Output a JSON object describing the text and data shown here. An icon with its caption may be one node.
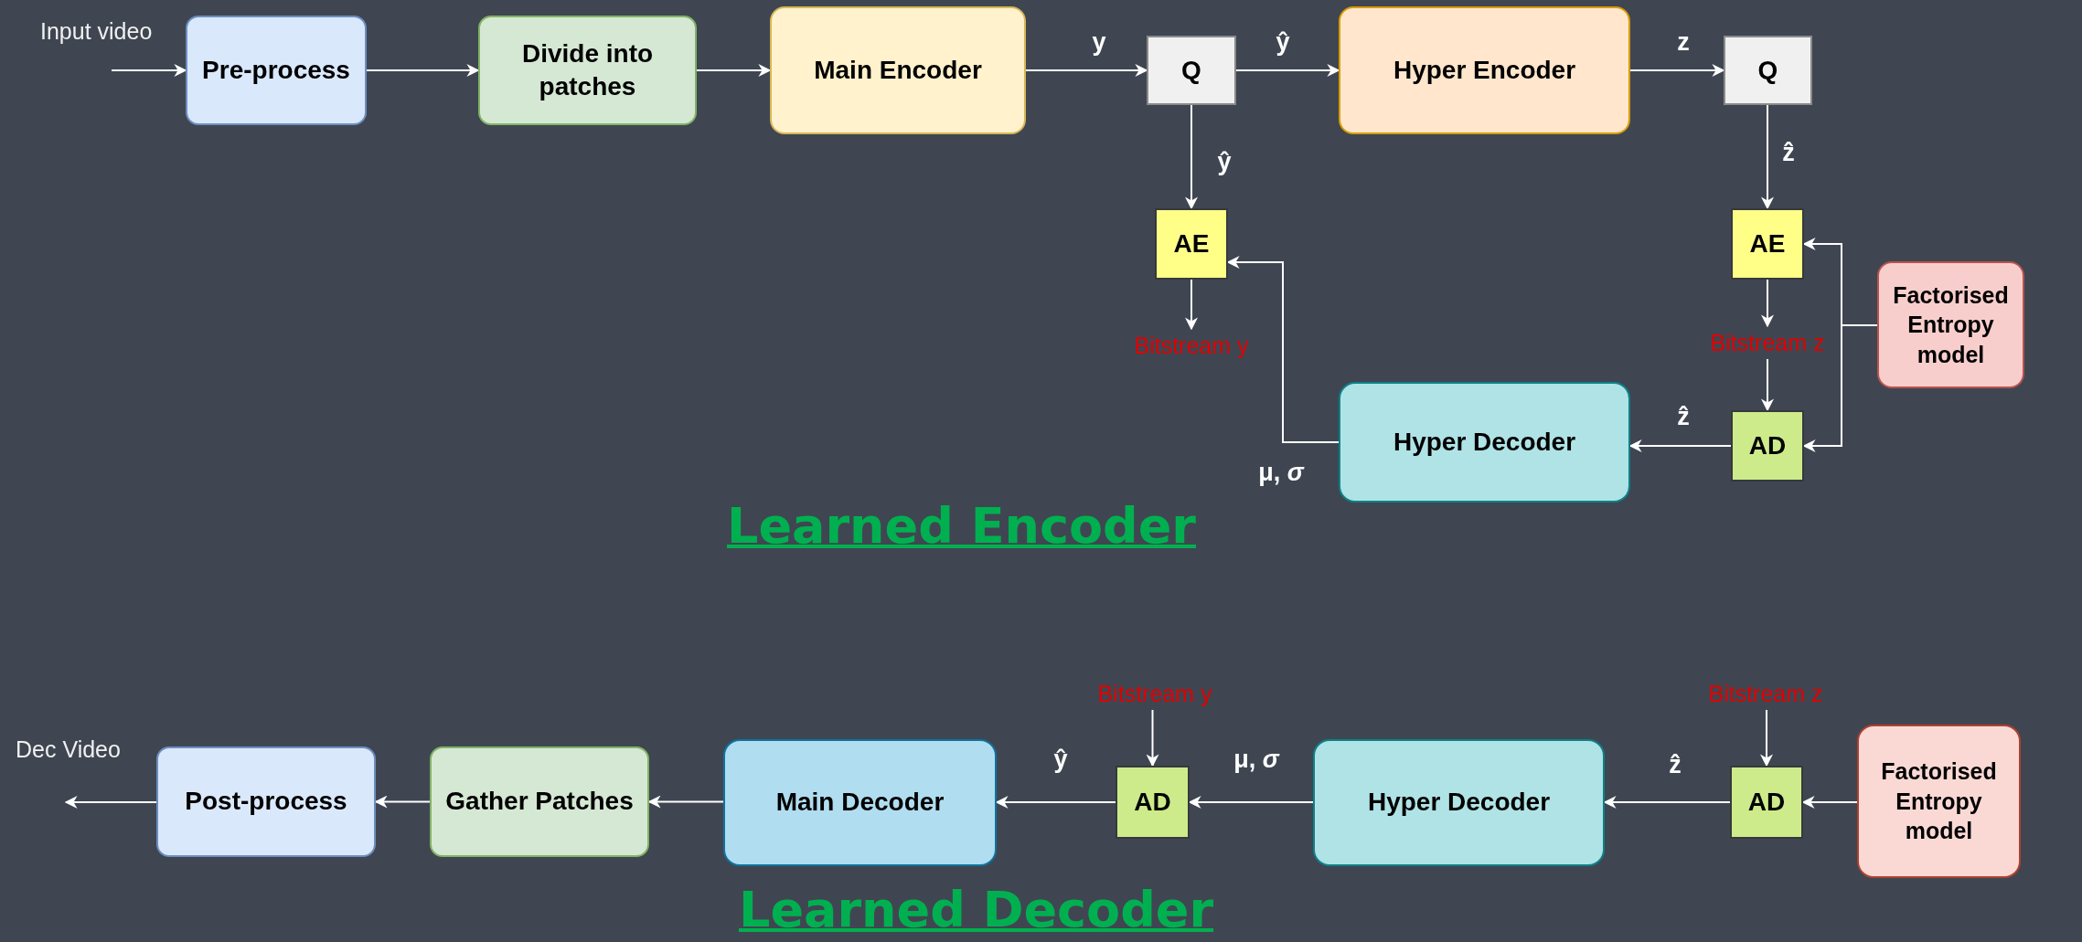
{
  "diagram": {
    "nodes": [
      {
        "text": [
          "Pre-process"
        ]
      },
      {
        "text": [
          "Divide into patches"
        ]
      },
      {
        "text": [
          "Main Encoder"
        ]
      },
      {
        "text": [
          "Q"
        ]
      },
      {
        "text": [
          "Hyper Encoder"
        ]
      },
      {
        "text": [
          "Q"
        ]
      },
      {
        "text": [
          "AE"
        ]
      },
      {
        "text": [
          "AE"
        ]
      },
      {
        "text": [
          "Factorised Entropy model"
        ]
      },
      {
        "text": [
          "Bitstream y"
        ]
      },
      {
        "text": [
          "Bitstream z"
        ]
      },
      {
        "text": [
          "Hyper Decoder"
        ]
      },
      {
        "text": [
          "AD"
        ]
      },
      {
        "text": [
          "Bitstream y"
        ]
      },
      {
        "text": [
          "Bitstream z"
        ]
      },
      {
        "text": [
          "Post-process"
        ]
      },
      {
        "text": [
          "Gather Patches"
        ]
      },
      {
        "text": [
          "Main Decoder"
        ]
      },
      {
        "text": [
          "AD"
        ]
      },
      {
        "text": [
          "Hyper Decoder"
        ]
      },
      {
        "text": [
          "AD"
        ]
      },
      {
        "text": [
          "Factorised Entropy model"
        ]
      }
    ],
    "edges": [
      {
        "from": null,
        "to": 0,
        "arrow": "to"
      },
      {
        "from": 0,
        "to": 1,
        "arrow": "to"
      },
      {
        "from": 1,
        "to": 2,
        "arrow": "to"
      },
      {
        "from": 2,
        "to": 3,
        "arrow": "to",
        "label": "y"
      },
      {
        "from": 3,
        "to": 4,
        "arrow": "to",
        "label": "ŷ"
      },
      {
        "from": 4,
        "to": 5,
        "arrow": "to",
        "label": "z"
      },
      {
        "from": 3,
        "to": 6,
        "arrow": "to",
        "label": "ŷ"
      },
      {
        "from": 5,
        "to": 7,
        "arrow": "to",
        "label": "ẑ"
      },
      {
        "from": 6,
        "to": 9,
        "arrow": "to"
      },
      {
        "from": 7,
        "to": 10,
        "arrow": "to"
      },
      {
        "from": 10,
        "to": 12,
        "arrow": "to"
      },
      {
        "from": 8,
        "to": 7,
        "arrow": "to"
      },
      {
        "from": 8,
        "to": 12,
        "arrow": "to"
      },
      {
        "from": 12,
        "to": 11,
        "arrow": "to",
        "label": "ẑ"
      },
      {
        "from": 11,
        "to": 6,
        "arrow": "to",
        "label": "μ, *σ*"
      },
      {
        "from": 21,
        "to": 20,
        "arrow": "to"
      },
      {
        "from": 20,
        "to": 19,
        "arrow": "to",
        "label": "ẑ"
      },
      {
        "from": 19,
        "to": 18,
        "arrow": "to",
        "label": "μ, *σ*"
      },
      {
        "from": 18,
        "to": 17,
        "arrow": "to",
        "label": "ŷ"
      },
      {
        "from": 17,
        "to": 16,
        "arrow": "to"
      },
      {
        "from": 16,
        "to": 15,
        "arrow": "to"
      },
      {
        "from": 15,
        "to": null,
        "arrow": "to"
      },
      {
        "from": 13,
        "to": 18,
        "arrow": "to"
      },
      {
        "from": 14,
        "to": 20,
        "arrow": "to"
      }
    ],
    "labels": [
      "Input video",
      "Learned Encoder",
      "Dec Video",
      "Learned Decoder"
    ]
  }
}
